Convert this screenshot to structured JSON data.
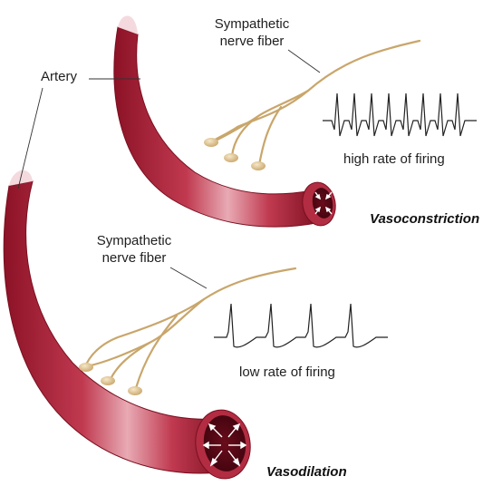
{
  "labels": {
    "artery": "Artery",
    "nerve_top_line1": "Sympathetic",
    "nerve_top_line2": "nerve fiber",
    "nerve_bottom_line1": "Sympathetic",
    "nerve_bottom_line2": "nerve fiber",
    "high_rate": "high rate of firing",
    "low_rate": "low rate of firing",
    "vasoconstriction": "Vasoconstriction",
    "vasodilation": "Vasodilation"
  },
  "colors": {
    "artery_dark": "#8c1226",
    "artery_mid": "#c0394f",
    "artery_light": "#e8aab4",
    "lumen": "#4a0612",
    "nerve": "#c9a66b",
    "nerve_terminal": "#e6cf9f",
    "trace": "#222222",
    "arrow": "#ffffff"
  },
  "icons": {
    "constriction_arrows": "inward-arrows-icon",
    "dilation_arrows": "outward-arrows-icon"
  }
}
